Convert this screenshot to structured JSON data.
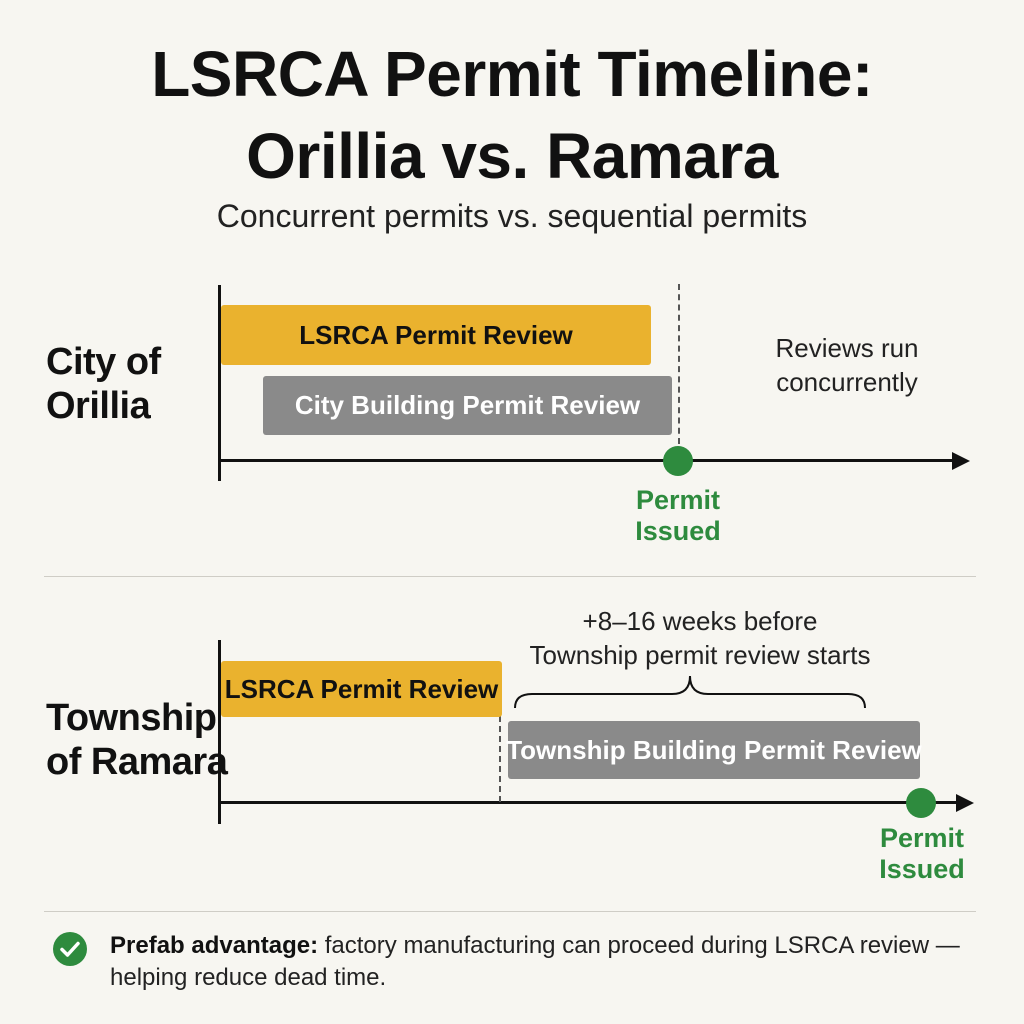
{
  "header": {
    "title_line1": "LSRCA Permit Timeline:",
    "title_line2": "Orillia vs. Ramara",
    "subtitle": "Concurrent permits vs. sequential permits"
  },
  "orillia": {
    "label_line1": "City of",
    "label_line2": "Orillia",
    "bar_lsrca": "LSRCA Permit Review",
    "bar_city": "City Building Permit Review",
    "note_line1": "Reviews run",
    "note_line2": "concurrently",
    "milestone_line1": "Permit",
    "milestone_line2": "Issued"
  },
  "ramara": {
    "label_line1": "Township",
    "label_line2": "of Ramara",
    "bar_lsrca": "LSRCA Permit Review",
    "bar_township": "Township Building Permit Review",
    "gap_line1": "+8–16 weeks before",
    "gap_line2": "Township permit review starts",
    "milestone_line1": "Permit",
    "milestone_line2": "Issued"
  },
  "footer": {
    "bold": "Prefab advantage:",
    "text_line1": "factory manufacturing can proceed during LSRCA review —",
    "text_line2": "helping reduce dead time."
  },
  "colors": {
    "lsrca": "#eab22e",
    "municipal": "#8a8a8a",
    "milestone": "#2e8b3e"
  }
}
